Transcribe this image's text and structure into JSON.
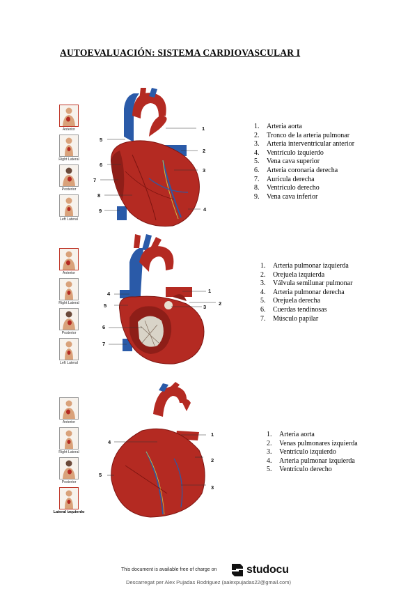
{
  "title": "AUTOEVALUACIÓN: SISTEMA CARDIOVASCULAR I",
  "colors": {
    "heart_red": "#b42a22",
    "vein_blue": "#2a5aa8",
    "dark_red": "#7e1410"
  },
  "sections": [
    {
      "views": [
        "Anterior",
        "Right Lateral",
        "Posterior",
        "Left Lateral"
      ],
      "callouts": [
        "1",
        "2",
        "3",
        "4",
        "5",
        "6",
        "7",
        "8",
        "9"
      ],
      "legend": [
        {
          "n": "1.",
          "text": "Arteria aorta"
        },
        {
          "n": "2.",
          "text": "Tronco de la arteria pulmonar"
        },
        {
          "n": "3.",
          "text": "Arteria interventricular anterior"
        },
        {
          "n": "4.",
          "text": "Ventrículo izquierdo"
        },
        {
          "n": "5.",
          "text": "Vena cava superior"
        },
        {
          "n": "6.",
          "text": "Arteria coronaria derecha"
        },
        {
          "n": "7.",
          "text": "Aurícula derecha"
        },
        {
          "n": "8.",
          "text": "Ventrículo derecho"
        },
        {
          "n": "9.",
          "text": "Vena cava inferior"
        }
      ]
    },
    {
      "views": [
        "Anterior",
        "Right Lateral",
        "Posterior",
        "Left Lateral"
      ],
      "callouts": [
        "1",
        "2",
        "3",
        "4",
        "5",
        "6",
        "7"
      ],
      "legend": [
        {
          "n": "1.",
          "text": "Arteria pulmonar izquierda"
        },
        {
          "n": "2.",
          "text": "Orejuela izquierda"
        },
        {
          "n": "3.",
          "text": "Válvula semilunar pulmonar"
        },
        {
          "n": "4.",
          "text": "Arteria pulmonar derecha"
        },
        {
          "n": "5.",
          "text": "Orejuela derecha"
        },
        {
          "n": "6.",
          "text": "Cuerdas tendinosas"
        },
        {
          "n": "7.",
          "text": "Músculo papilar"
        }
      ]
    },
    {
      "views": [
        "Anterior",
        "Right Lateral",
        "Posterior",
        "Lateral izquierdo"
      ],
      "callouts": [
        "1",
        "2",
        "3",
        "4",
        "5"
      ],
      "legend": [
        {
          "n": "1.",
          "text": "Arteria aorta"
        },
        {
          "n": "2.",
          "text": "Venas pulmonares izquierda"
        },
        {
          "n": "3.",
          "text": "Ventrículo izquierdo"
        },
        {
          "n": "4.",
          "text": "Arteria pulmonar izquierda"
        },
        {
          "n": "5.",
          "text": "Ventrículo derecho"
        }
      ]
    }
  ],
  "footer": {
    "available": "This document is available free of charge on",
    "brand": "studocu",
    "download": "Descarregat per Alex Pujadas Rodriguez (aalexpujadas22@gmail.com)"
  }
}
